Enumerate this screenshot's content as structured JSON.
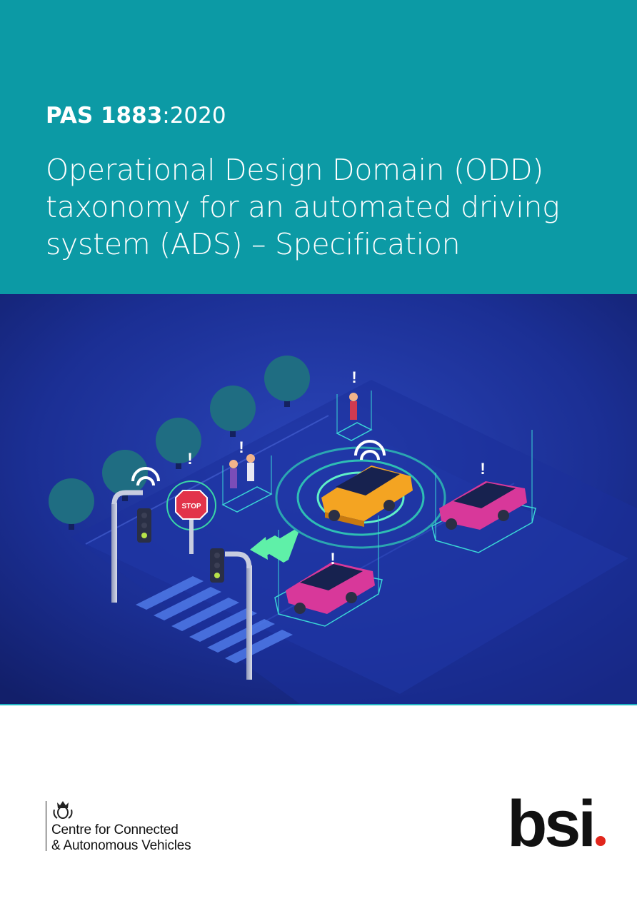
{
  "header": {
    "code_bold": "PAS 1883",
    "code_year": ":2020",
    "title_lines": [
      "Operational Design Domain (ODD)",
      "taxonomy for an automated driving",
      "system (ADS) – Specification"
    ],
    "background_color": "#0c9aa5"
  },
  "illustration": {
    "stop_sign_text": "STOP",
    "warning_mark": "!"
  },
  "footer": {
    "ccav_line1": "Centre for Connected",
    "ccav_line2": "& Autonomous Vehicles",
    "bsi_logo_text": "bsi",
    "bsi_dot_color": "#e1261c"
  }
}
